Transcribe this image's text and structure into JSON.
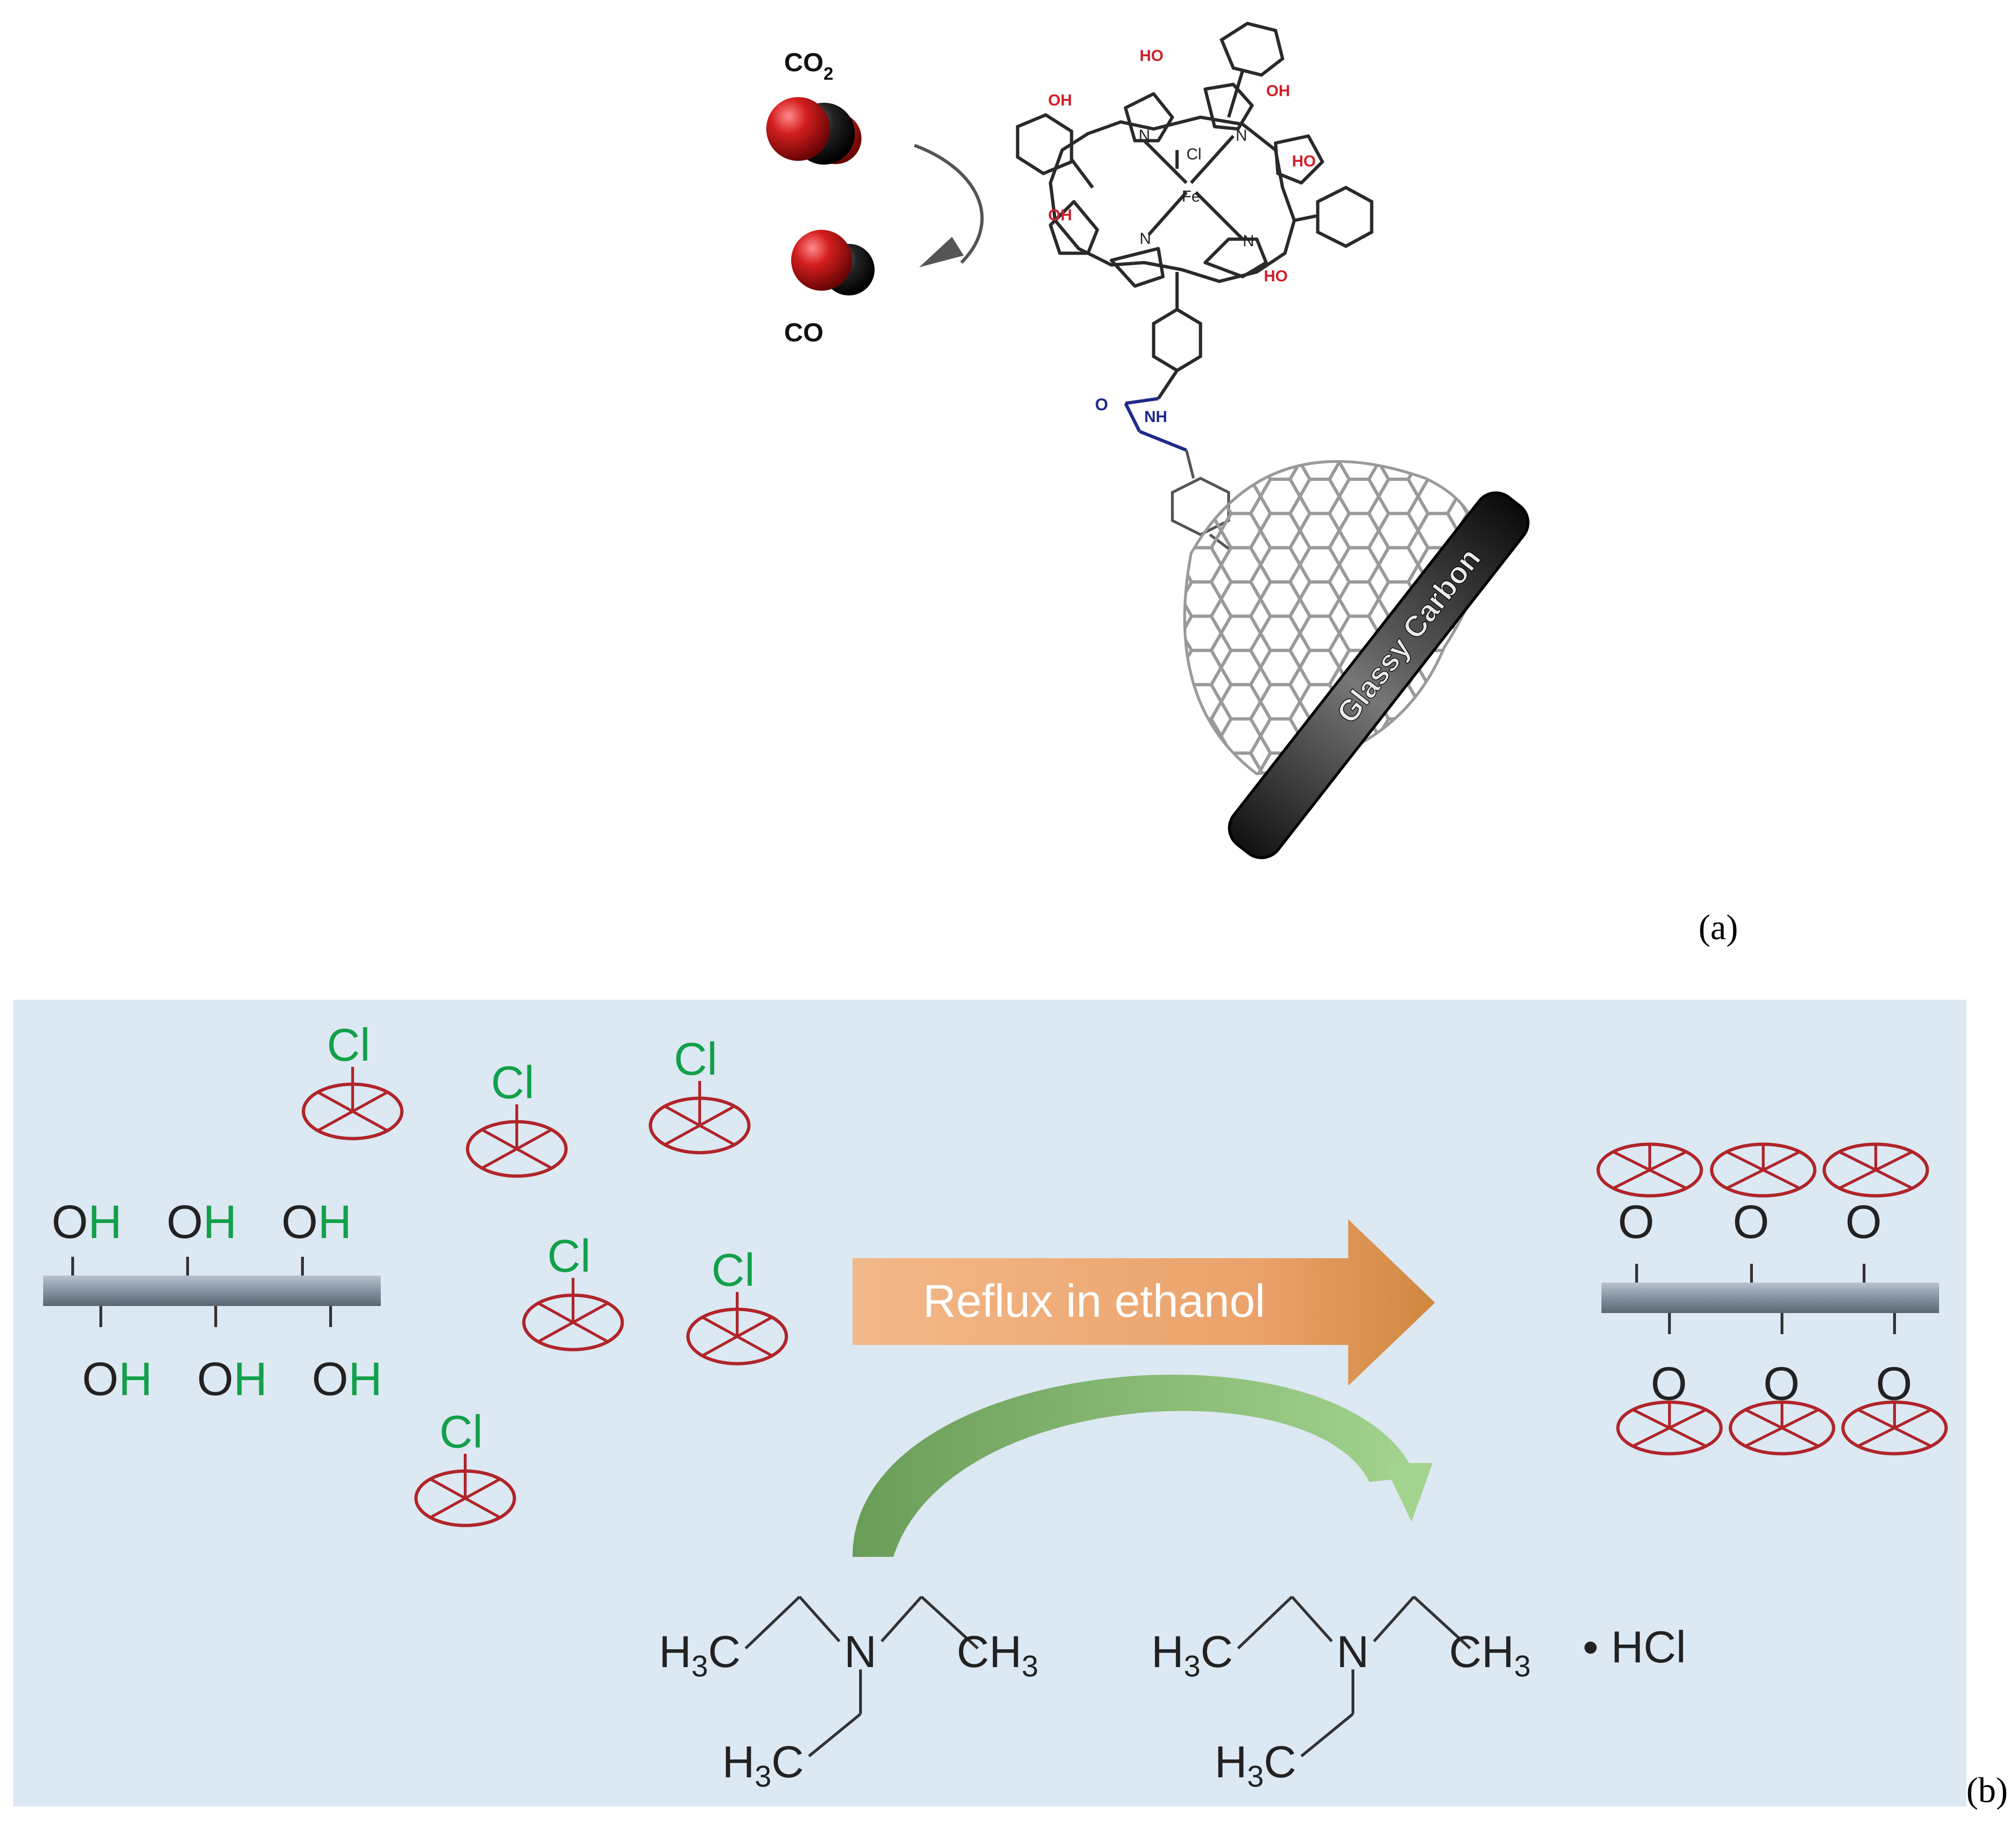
{
  "panel_a": {
    "label": "(a)",
    "co2_label": "CO",
    "co2_subscript": "2",
    "co_label": "CO",
    "hydroxyl_label": "OH",
    "hydroxyl_label_left": "HO",
    "metal_label": "Fe",
    "axial_ligand_label": "Cl",
    "nitrogen_label": "N",
    "amide_o_label": "O",
    "amide_nh_label": "NH",
    "electrode_label": "Glassy Carbon"
  },
  "panel_b": {
    "label": "(b)",
    "chloro_label": "Cl",
    "hydroxyl_o": "O",
    "hydroxyl_h": "H",
    "ether_o": "O",
    "arrow_label": "Reflux in ethanol",
    "amine": {
      "h3c": "H",
      "three": "3",
      "c": "C",
      "n": "N",
      "ch": "CH"
    },
    "salt_label": "• HCl"
  },
  "colors": {
    "panel_b_background": "#dce8f2",
    "oxygen_red": "#d0202b",
    "chlorine_green": "#12a04a",
    "ring_red": "#b0252a",
    "nitrogen_blue": "#1f2a8a",
    "bar_gray": "#8a97a6",
    "arrow_orange": "#e6a168",
    "arrow_green": "#7fb06a"
  }
}
